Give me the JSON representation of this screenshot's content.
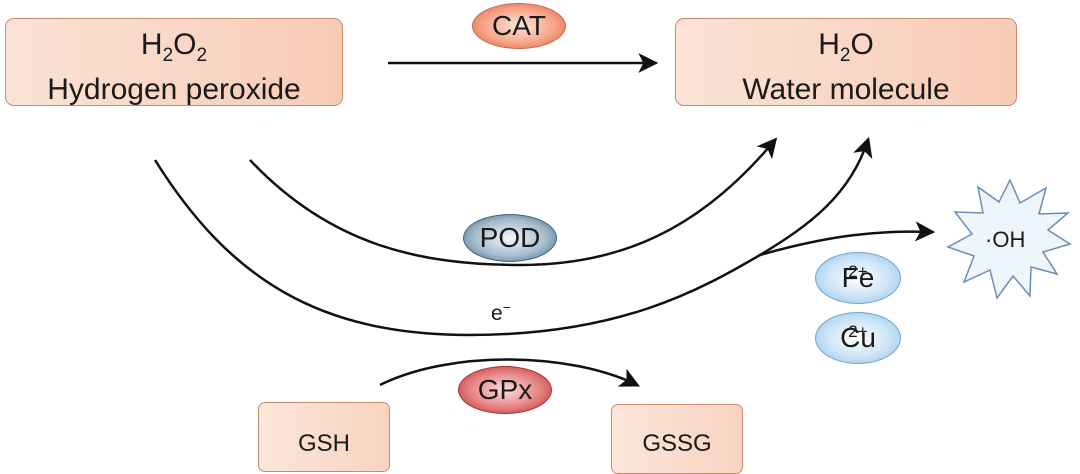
{
  "h2o2": {
    "formula_main": "H",
    "formula_sub1": "2",
    "formula_mid": "O",
    "formula_sub2": "2",
    "name": "Hydrogen peroxide"
  },
  "h2o": {
    "formula_main": "H",
    "formula_sub": "2",
    "formula_end": "O",
    "name": "Water molecule"
  },
  "enzymes": {
    "cat": "CAT",
    "pod": "POD",
    "gpx": "GPx"
  },
  "electron": {
    "label": "e",
    "sup": "−"
  },
  "ions": {
    "fe_base": "Fe",
    "fe_charge": "2+",
    "cu_base": "Cu",
    "cu_charge": "2+"
  },
  "radical": {
    "label": "·OH"
  },
  "gsh": {
    "label": "GSH"
  },
  "gssg": {
    "label": "GSSG"
  }
}
